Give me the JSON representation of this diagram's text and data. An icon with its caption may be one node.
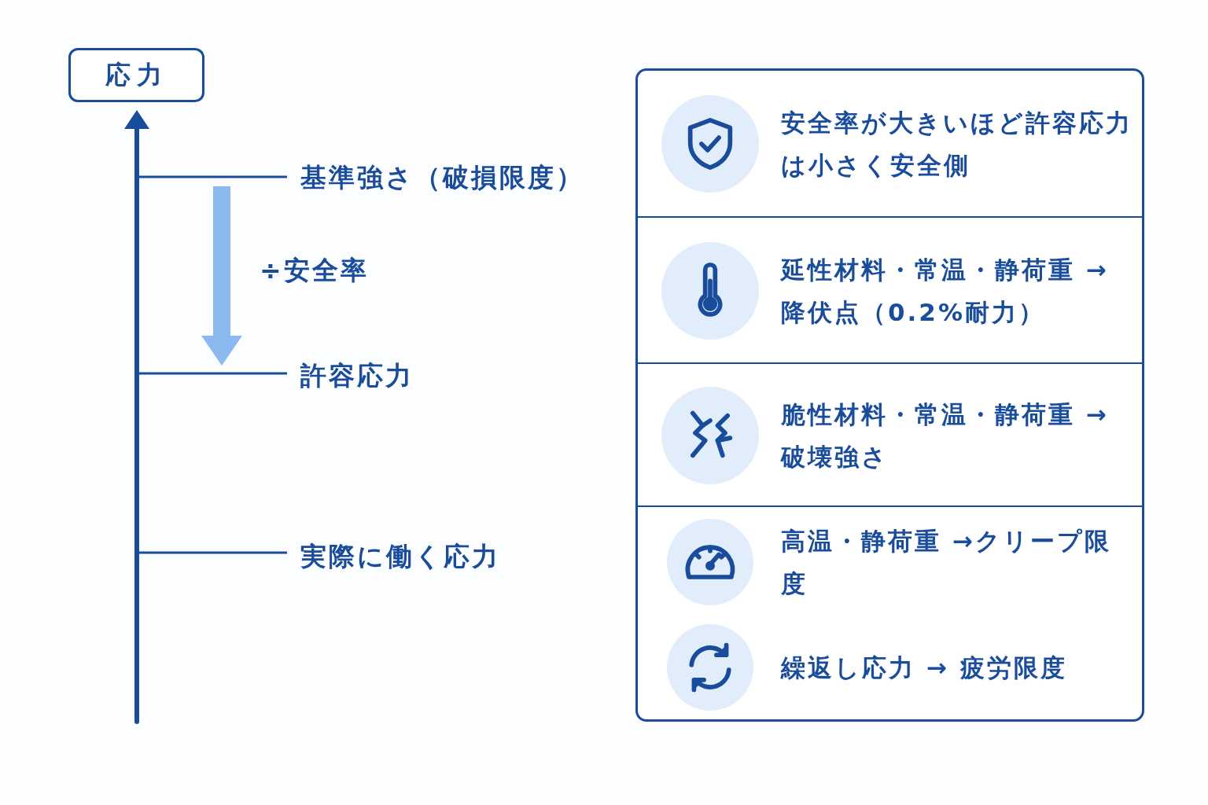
{
  "diagram": {
    "nodes": [
      {
        "text": [
          "応力"
        ]
      },
      {
        "text": [],
        "shape": "box"
      },
      {
        "text": [
          "安全率が大きいほど許容応力は小さく安全側"
        ],
        "in": 1
      },
      {
        "text": [
          "延性材料・常温・静荷重 →降伏点（0.2%耐力）"
        ],
        "in": 1
      },
      {
        "text": [
          "脆性材料・常温・静荷重 →破壊強さ"
        ],
        "in": 1
      },
      {
        "text": [
          "高温・静荷重 →クリープ限度"
        ],
        "in": 1
      },
      {
        "text": [
          "繰返し応力 → 疲労限度"
        ],
        "in": 1
      }
    ],
    "labels": [
      "基準強さ（破損限度）",
      "÷安全率",
      "許容応力",
      "実際に働く応力"
    ]
  }
}
